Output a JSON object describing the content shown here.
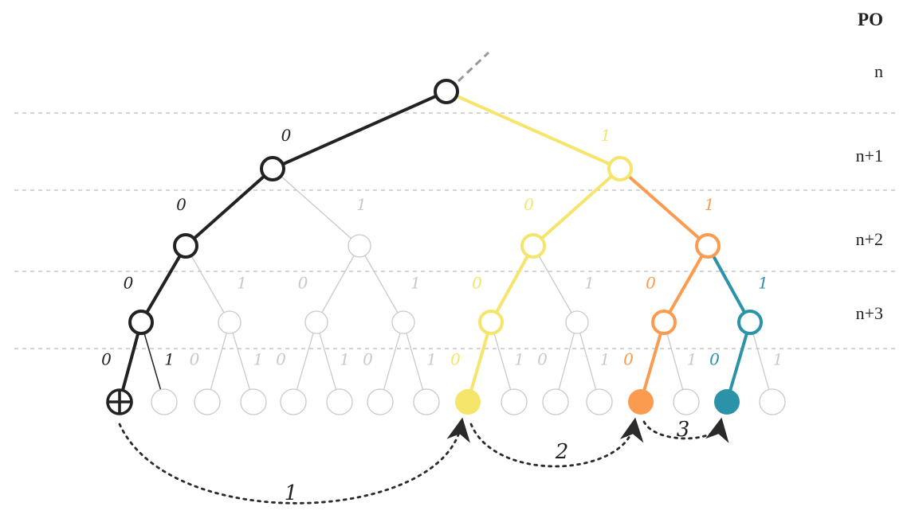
{
  "header": "PO",
  "levels": [
    "n",
    "n+1",
    "n+2",
    "n+3"
  ],
  "colors": {
    "black": "#222222",
    "gray": "#c9c9c9",
    "yellow": "#f5e56b",
    "orange": "#fb9b50",
    "teal": "#2b92a8",
    "dashed": "#bbbbbb"
  },
  "tree": {
    "bit_labels": [
      "0",
      "1"
    ],
    "highlighted_paths": [
      {
        "name": "black",
        "bits": "0000"
      },
      {
        "name": "yellow",
        "bits": "1000"
      },
      {
        "name": "orange",
        "bits": "1100"
      },
      {
        "name": "teal",
        "bits": "1110"
      }
    ],
    "start_leaf_bits": "0000"
  },
  "arrows": [
    {
      "label": "1",
      "from": "0000",
      "to": "1000"
    },
    {
      "label": "2",
      "from": "1000",
      "to": "1100"
    },
    {
      "label": "3",
      "from": "1100",
      "to": "1110"
    }
  ]
}
